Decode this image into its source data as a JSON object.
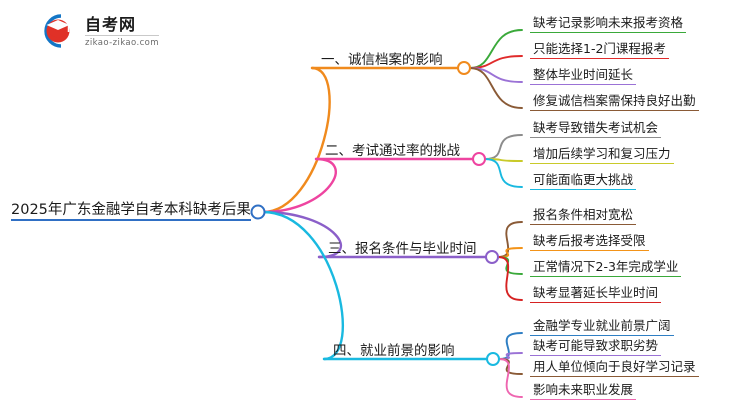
{
  "logo": {
    "name_cn": "自考网",
    "url": "zikao-zikao.com",
    "mark_icon": "graduation-cap-icon",
    "arc_color": "#1476c6",
    "cap_color": "#e03127"
  },
  "mindmap": {
    "root": {
      "label": "2025年广东金融学自考本科缺考后果",
      "color": "#2f6fc4"
    },
    "branches": [
      {
        "label": "一、诚信档案的影响",
        "color": "#f08a1d",
        "leaves": [
          {
            "label": "缺考记录影响未来报考资格",
            "color": "#3aa93a"
          },
          {
            "label": "只能选择1-2门课程报考",
            "color": "#e02b2b"
          },
          {
            "label": "整体毕业时间延长",
            "color": "#9b72d6"
          },
          {
            "label": "修复诚信档案需保持良好出勤",
            "color": "#8a5a36"
          }
        ]
      },
      {
        "label": "二、考试通过率的挑战",
        "color": "#ee44a0",
        "leaves": [
          {
            "label": "缺考导致错失考试机会",
            "color": "#8c8c8c"
          },
          {
            "label": "增加后续学习和复习压力",
            "color": "#c9ca2a"
          },
          {
            "label": "可能面临更大挑战",
            "color": "#19b9e0"
          }
        ]
      },
      {
        "label": "三、报名条件与毕业时间",
        "color": "#8b5fc9",
        "leaves": [
          {
            "label": "报名条件相对宽松",
            "color": "#8a5a36"
          },
          {
            "label": "缺考后报考选择受限",
            "color": "#f39318"
          },
          {
            "label": "正常情况下2-3年完成学业",
            "color": "#3aa93a"
          },
          {
            "label": "缺考显著延长毕业时间",
            "color": "#d62222"
          }
        ]
      },
      {
        "label": "四、就业前景的影响",
        "color": "#19b9e0",
        "leaves": [
          {
            "label": "金融学专业就业前景广阔",
            "color": "#2f7fc4"
          },
          {
            "label": "缺考可能导致求职劣势",
            "color": "#9b72d6"
          },
          {
            "label": "用人单位倾向于良好学习记录",
            "color": "#8a5a36"
          },
          {
            "label": "影响未来职业发展",
            "color": "#ee66b0"
          }
        ]
      }
    ]
  }
}
